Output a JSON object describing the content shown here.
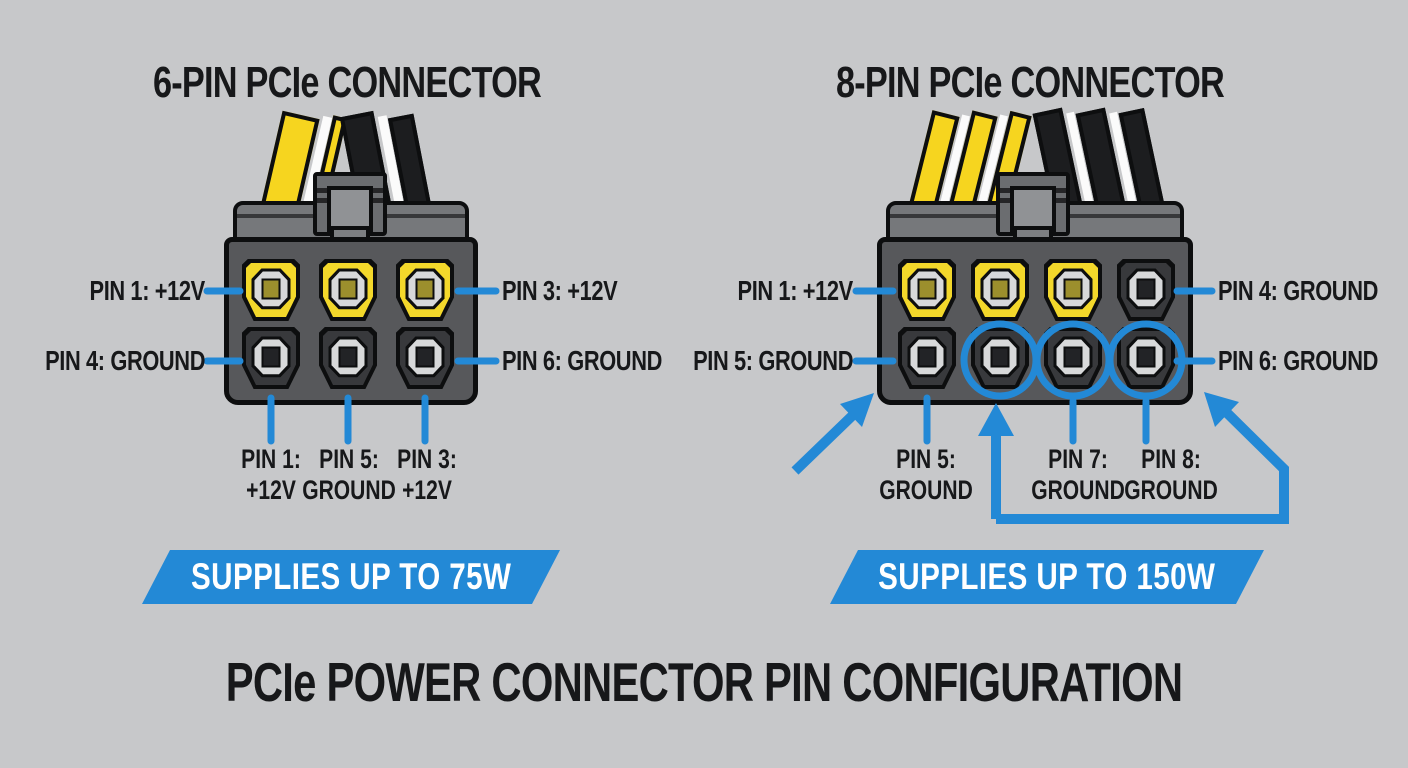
{
  "page": {
    "footer_title": "PCIe POWER CONNECTOR PIN CONFIGURATION"
  },
  "colors": {
    "background": "#c7c8ca",
    "accent_blue": "#2389d6",
    "pin_yellow": "#f3d82b",
    "connector_gray": "#57585b",
    "banner_text": "#ffffff",
    "text_dark": "#17181a"
  },
  "left_connector": {
    "title": "6-PIN PCIe CONNECTOR",
    "banner": "SUPPLIES UP TO 75W",
    "labels": {
      "top_left": "PIN 1: +12V",
      "top_right": "PIN 3: +12V",
      "bottom_left": "PIN 4: GROUND",
      "bottom_right": "PIN 6: GROUND"
    },
    "below_labels": [
      {
        "line1": "PIN 1:",
        "line2": "+12V"
      },
      {
        "line1": "PIN 5:",
        "line2": "GROUND"
      },
      {
        "line1": "PIN 3:",
        "line2": "+12V"
      }
    ],
    "pin_colors": {
      "top": [
        "yellow",
        "yellow",
        "yellow"
      ],
      "bottom": [
        "dark",
        "dark",
        "dark"
      ]
    }
  },
  "right_connector": {
    "title": "8-PIN PCIe CONNECTOR",
    "banner": "SUPPLIES UP TO 150W",
    "labels": {
      "top_left": "PIN 1: +12V",
      "top_right": "PIN 4: GROUND",
      "bottom_left": "PIN 5: GROUND",
      "bottom_right": "PIN 6: GROUND"
    },
    "below_labels": [
      {
        "line1": "PIN 5:",
        "line2": "GROUND"
      },
      {
        "line1": "PIN 7:",
        "line2": "GROUND"
      },
      {
        "line1": "PIN 8:",
        "line2": "GROUND"
      }
    ],
    "pin_colors": {
      "top": [
        "yellow",
        "yellow",
        "yellow",
        "dark"
      ],
      "bottom": [
        "dark",
        "dark",
        "dark",
        "dark"
      ]
    },
    "circled_bottom_pins": [
      2,
      3,
      4
    ]
  }
}
